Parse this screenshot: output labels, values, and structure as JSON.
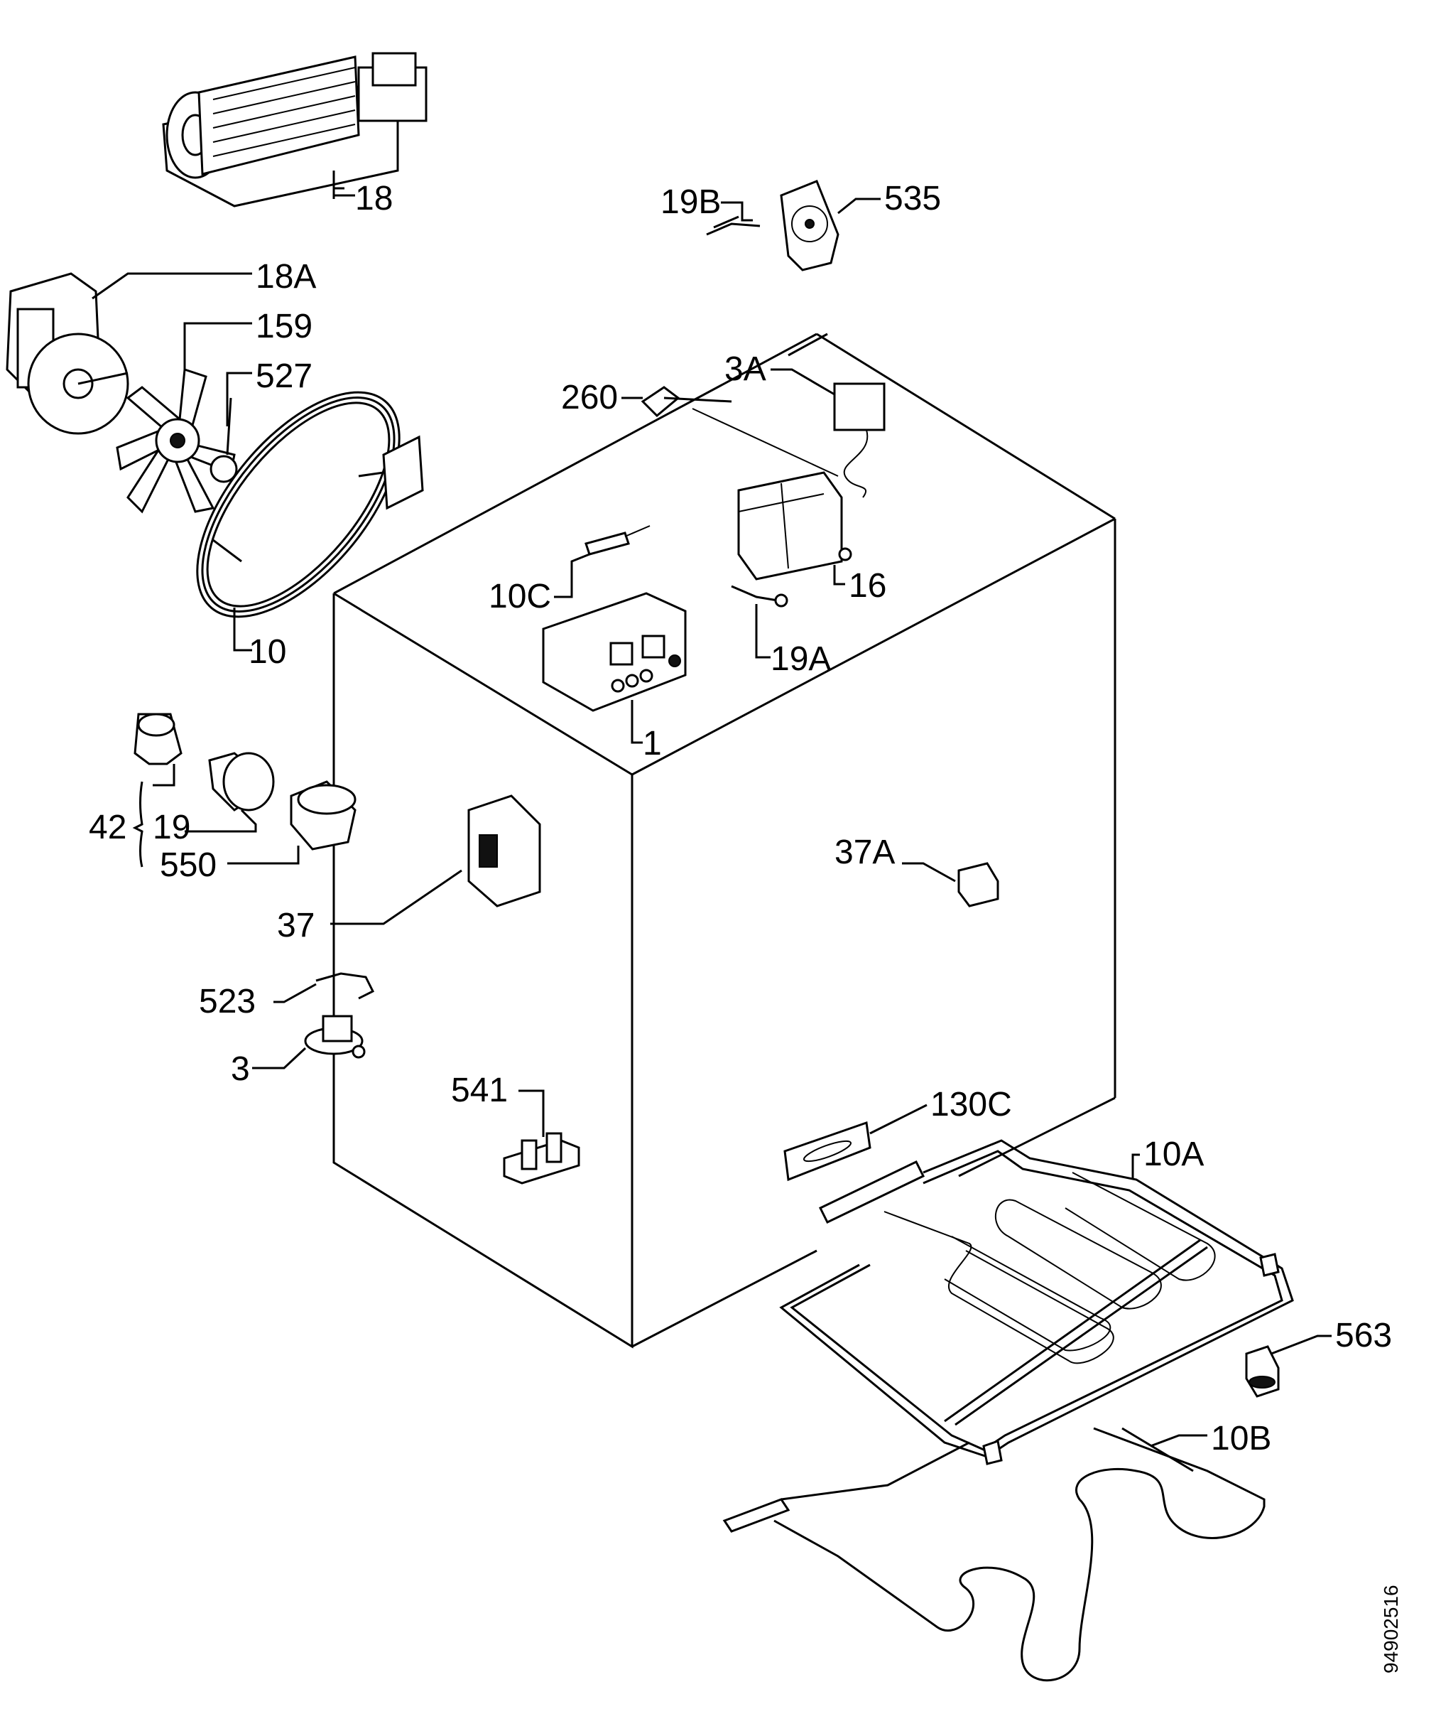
{
  "labels": {
    "p18": "18",
    "p19b": "19B",
    "p535": "535",
    "p18a": "18A",
    "p159": "159",
    "p527": "527",
    "p260": "260",
    "p3a": "3A",
    "p10c": "10C",
    "p16": "16",
    "p10": "10",
    "p19a": "19A",
    "p1": "1",
    "p42": "42",
    "p19": "19",
    "p550": "550",
    "p37a": "37A",
    "p37": "37",
    "p523": "523",
    "p3": "3",
    "p541": "541",
    "p130c": "130C",
    "p10a": "10A",
    "p563": "563",
    "p10b": "10B"
  },
  "drawing_number": "94902516"
}
